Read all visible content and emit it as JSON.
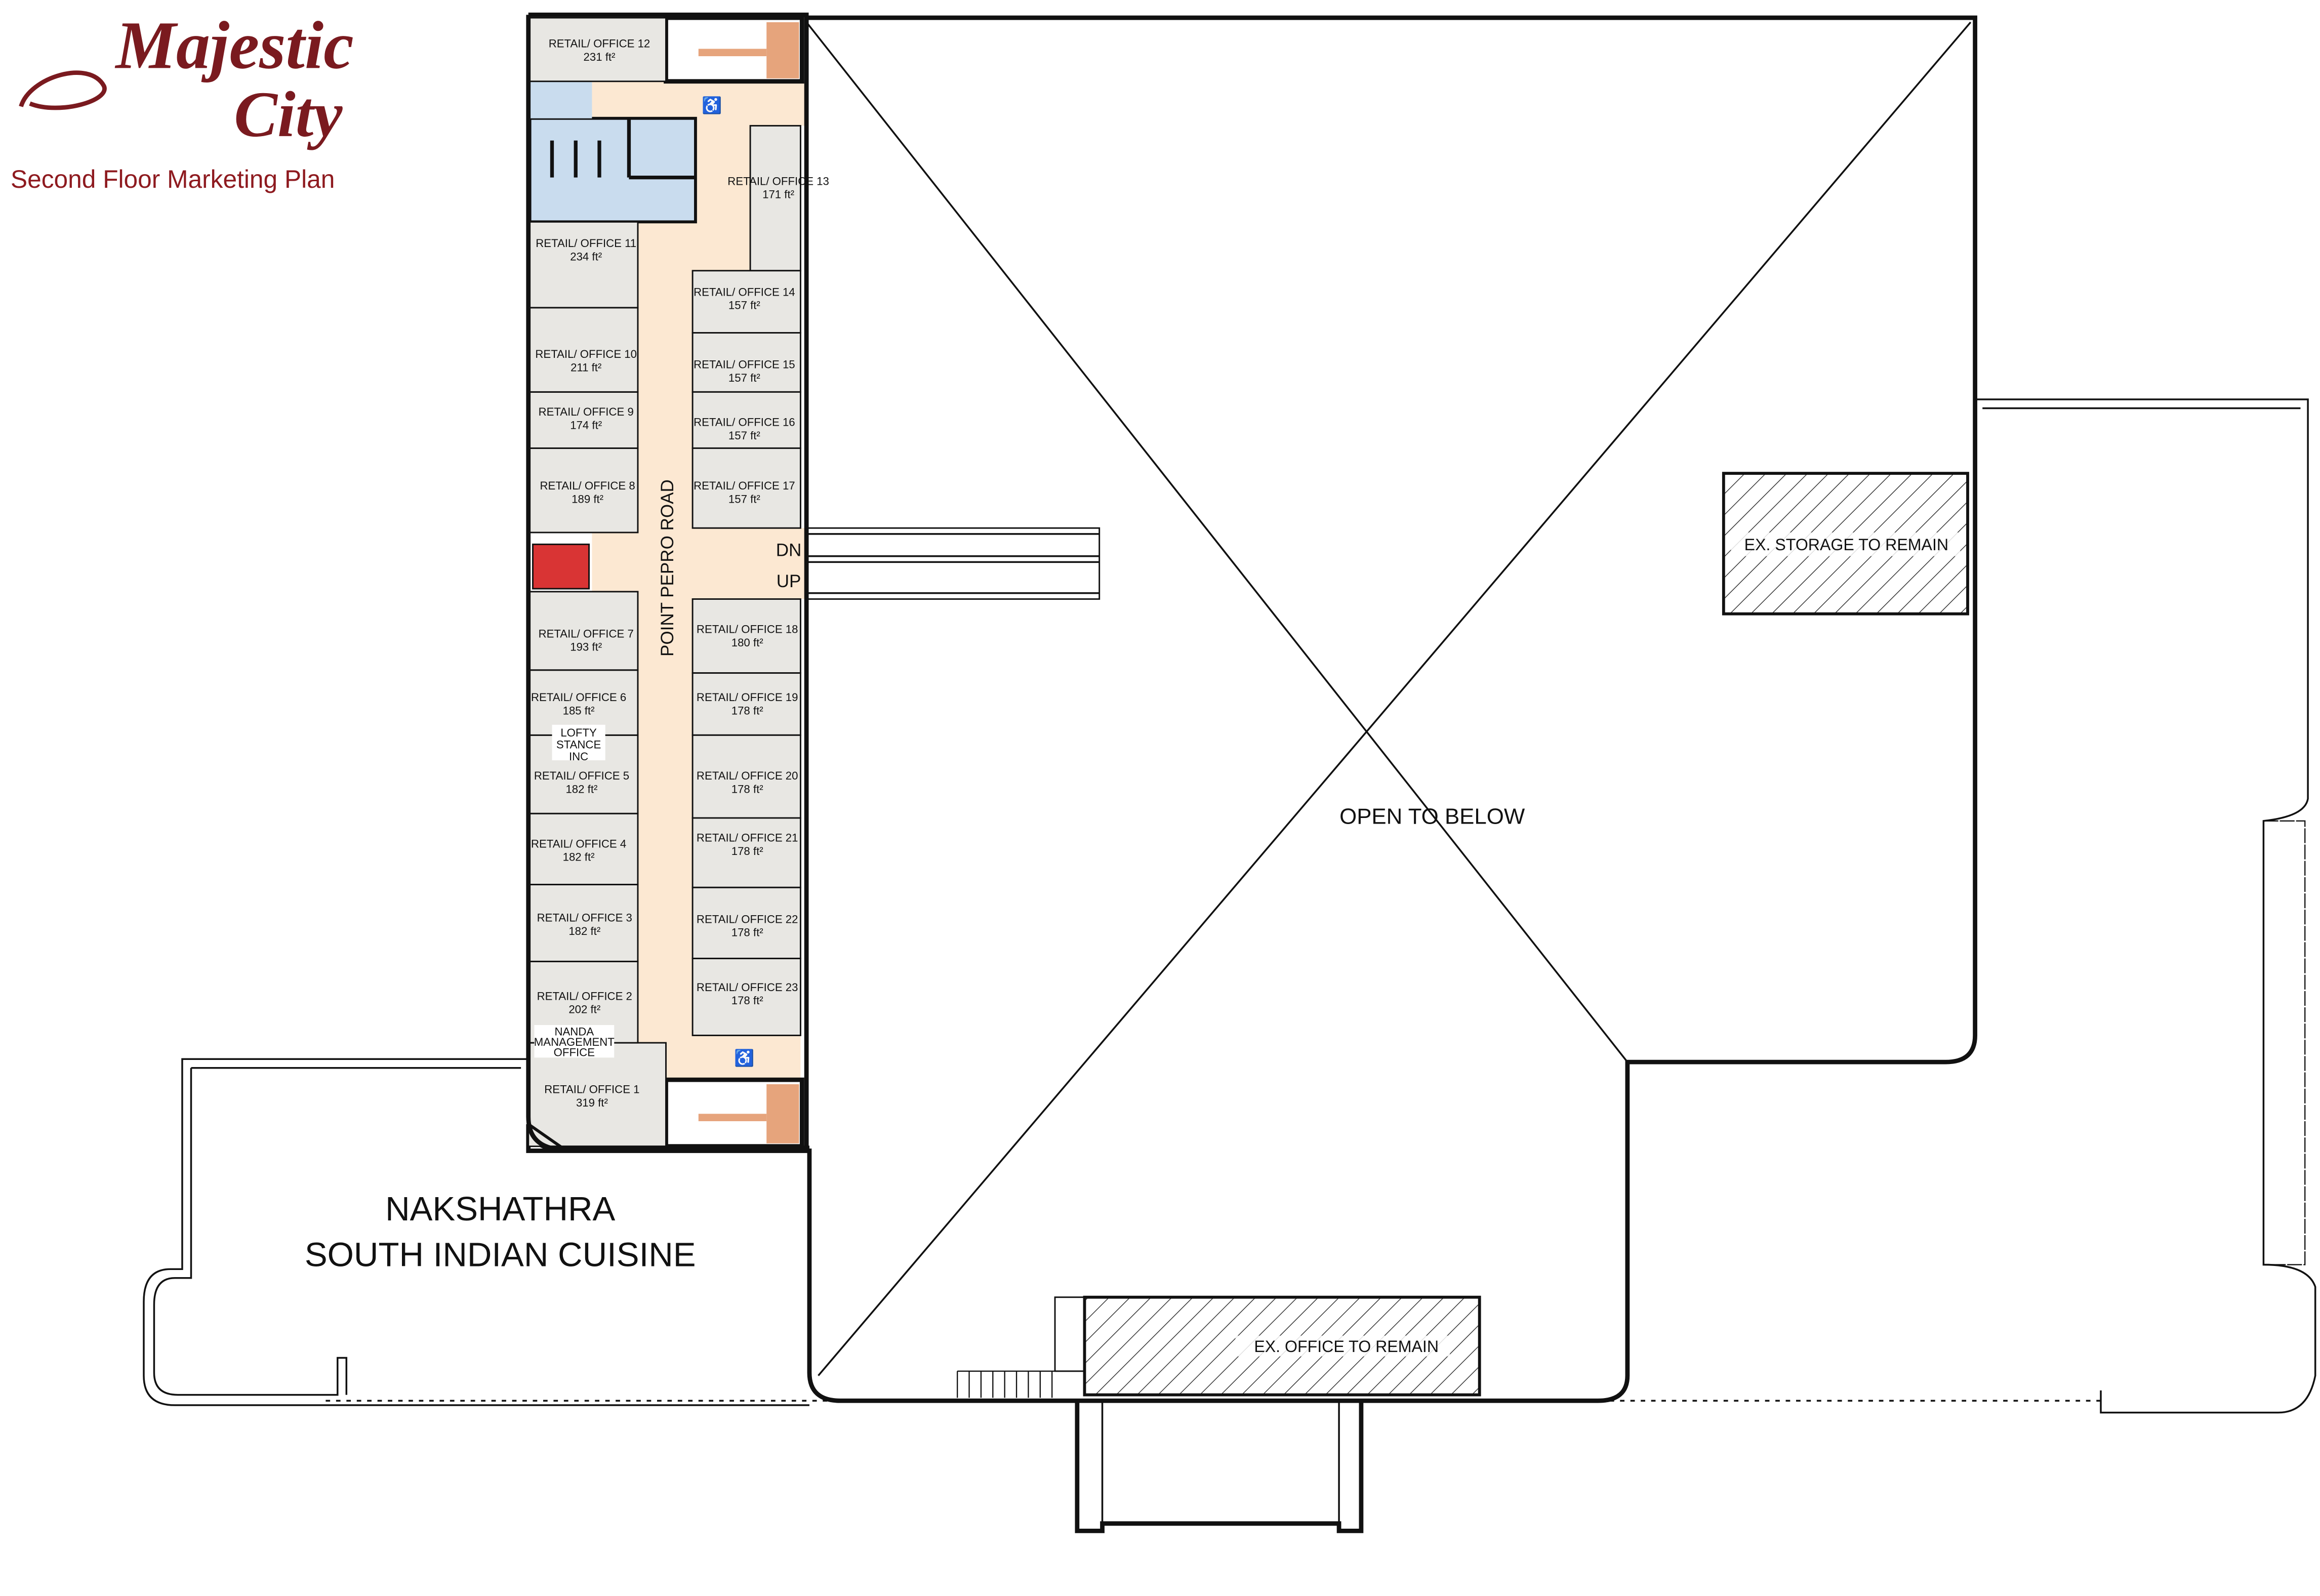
{
  "logo": {
    "line1": "Majestic",
    "line2": "City"
  },
  "plan_title": "Second Floor Marketing Plan",
  "corridor_label": "POINT PEPRO ROAD",
  "stairs": {
    "down": "DN",
    "up": "UP"
  },
  "units": [
    {
      "name": "RETAIL/ OFFICE 1",
      "area": "319 ft²"
    },
    {
      "name": "RETAIL/ OFFICE 2",
      "area": "202 ft²"
    },
    {
      "name": "RETAIL/ OFFICE 3",
      "area": "182 ft²"
    },
    {
      "name": "RETAIL/ OFFICE 4",
      "area": "182 ft²"
    },
    {
      "name": "RETAIL/ OFFICE 5",
      "area": "182 ft²"
    },
    {
      "name": "RETAIL/ OFFICE 6",
      "area": "185 ft²"
    },
    {
      "name": "RETAIL/ OFFICE 7",
      "area": "193 ft²"
    },
    {
      "name": "RETAIL/ OFFICE 8",
      "area": "189 ft²"
    },
    {
      "name": "RETAIL/ OFFICE 9",
      "area": "174 ft²"
    },
    {
      "name": "RETAIL/ OFFICE 10",
      "area": "211 ft²"
    },
    {
      "name": "RETAIL/ OFFICE 11",
      "area": "234 ft²"
    },
    {
      "name": "RETAIL/ OFFICE 12",
      "area": "231 ft²"
    },
    {
      "name": "RETAIL/ OFFICE 13",
      "area": "171 ft²"
    },
    {
      "name": "RETAIL/ OFFICE 14",
      "area": "157 ft²"
    },
    {
      "name": "RETAIL/ OFFICE 15",
      "area": "157 ft²"
    },
    {
      "name": "RETAIL/ OFFICE 16",
      "area": "157 ft²"
    },
    {
      "name": "RETAIL/ OFFICE 17",
      "area": "157 ft²"
    },
    {
      "name": "RETAIL/ OFFICE 18",
      "area": "180 ft²"
    },
    {
      "name": "RETAIL/ OFFICE 19",
      "area": "178 ft²"
    },
    {
      "name": "RETAIL/ OFFICE 20",
      "area": "178 ft²"
    },
    {
      "name": "RETAIL/ OFFICE 21",
      "area": "178 ft²"
    },
    {
      "name": "RETAIL/ OFFICE 22",
      "area": "178 ft²"
    },
    {
      "name": "RETAIL/ OFFICE 23",
      "area": "178 ft²"
    }
  ],
  "tenants": {
    "lofty": [
      "LOFTY",
      "STANCE",
      "INC"
    ],
    "nanda": [
      "NANDA",
      "MANAGEMENT",
      "OFFICE"
    ]
  },
  "open_to_below": "OPEN TO BELOW",
  "ex_storage": "EX. STORAGE TO REMAIN",
  "ex_office": "EX. OFFICE TO REMAIN",
  "restaurant": {
    "line1": "NAKSHATHRA",
    "line2": "SOUTH INDIAN CUISINE"
  },
  "colors": {
    "corridor": "#fce8d2",
    "restroom": "#c9dcee",
    "room": "#e8e7e3",
    "stair_landing": "#e6a47c",
    "fire": "#d93434",
    "brand": "#7a1a1f"
  }
}
